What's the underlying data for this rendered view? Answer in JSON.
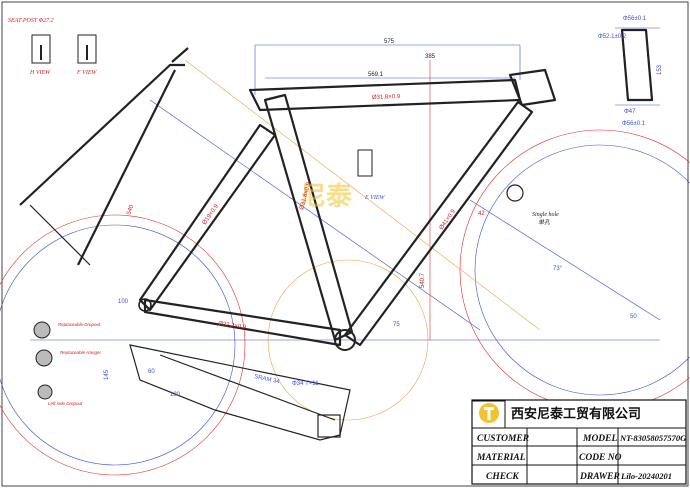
{
  "title_block": {
    "company": "西安尼泰工贸有限公司",
    "customer_label": "CUSTOMER",
    "material_label": "MATERIAL",
    "check_label": "CHECK",
    "model_label": "MODEL",
    "model_value": "NT-83058057570G",
    "code_label": "CODE NO",
    "drawer_label": "DRAWER",
    "drawer_value": "Lilo-20240201"
  },
  "views": {
    "seat_post": "SEAT POST Φ27.2",
    "h_view": "H VIEW",
    "f_view": "F VIEW",
    "e_view": "E VIEW",
    "single_hole": "Single hole",
    "single_hole_cn": "单孔"
  },
  "dimensions": {
    "d575": "575",
    "d569": "569.1",
    "d385": "385",
    "top_tube": "Ø31.8×0.9",
    "seat_tube": "Ø31.8×0.9",
    "down_tube": "Ø41×0.9",
    "stays": "Ø22.2×0.9",
    "seat_stay": "Ø19×0.9",
    "d75": "75",
    "d145": "145",
    "d73": "73°",
    "d50": "50",
    "d180": "180",
    "d42": "42",
    "d540": "540",
    "d5407": "540.7",
    "d100": "100",
    "d60": "60",
    "sram": "SRAM 34",
    "bb": "Φ34 T×11",
    "h_dim": "153",
    "h_top": "Φ56±0.1",
    "h_mid": "Φ52.1±0.2",
    "h_bot": "Φ56±0.1",
    "h47": "Φ47"
  },
  "colors": {
    "frame": "#222222",
    "dim_blue": "#3b4fd8",
    "dim_red": "#e03030",
    "dim_orange": "#f0a040",
    "logo_yellow": "#f2c230"
  },
  "side_parts": {
    "derailleur_1": "Replaceable Dropout",
    "derailleur_2": "Replaceable Hanger",
    "dropout": "Left side Dropout"
  }
}
